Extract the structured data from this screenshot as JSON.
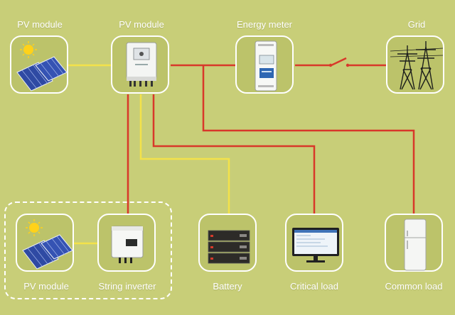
{
  "nodes": {
    "pv_module_top": {
      "label": "PV module"
    },
    "hybrid_inverter": {
      "label": "PV module"
    },
    "energy_meter": {
      "label": "Energy meter"
    },
    "grid": {
      "label": "Grid"
    },
    "pv_module_bottom": {
      "label": "PV module"
    },
    "string_inverter": {
      "label": "String inverter"
    },
    "battery": {
      "label": "Battery"
    },
    "critical_load": {
      "label": "Critical load"
    },
    "common_load": {
      "label": "Common load"
    }
  },
  "colors": {
    "background": "#c8ce78",
    "ac_line": "#d8382a",
    "dc_line": "#f3e24a",
    "box_border": "#ffffff",
    "label": "#ffffff"
  },
  "icons": {
    "pv_module_top": "solar-panel-icon",
    "hybrid_inverter": "hybrid-inverter-icon",
    "energy_meter": "energy-meter-icon",
    "grid": "transmission-tower-icon",
    "pv_module_bottom": "solar-panel-icon",
    "string_inverter": "string-inverter-icon",
    "battery": "battery-stack-icon",
    "critical_load": "monitor-icon",
    "common_load": "refrigerator-icon"
  }
}
